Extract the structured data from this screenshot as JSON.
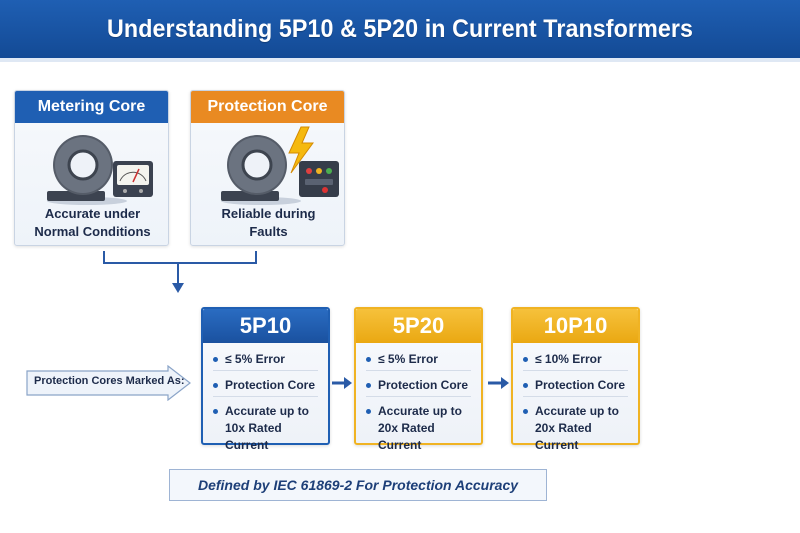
{
  "title": "Understanding 5P10 & 5P20 in Current Transformers",
  "cores": [
    {
      "label": "Metering Core",
      "caption_line1": "Accurate under",
      "caption_line2": "Normal Conditions",
      "color": "#1f5fb3"
    },
    {
      "label": "Protection Core",
      "caption_line1": "Reliable during",
      "caption_line2": "Faults",
      "color": "#e98a22"
    }
  ],
  "marked_label": "Protection Cores Marked As:",
  "classes": [
    {
      "name": "5P10",
      "error": "≤ 5% Error",
      "core": "Protection Core",
      "accuracy_line1": "Accurate up to",
      "accuracy_line2": "10x Rated Current",
      "color": "#1f5fb3",
      "border": "#1f5fb3"
    },
    {
      "name": "5P20",
      "error": "≤ 5% Error",
      "core": "Protection Core",
      "accuracy_line1": "Accurate up to",
      "accuracy_line2": "20x Rated Current",
      "color": "#f0b323",
      "border": "#f0b323"
    },
    {
      "name": "10P10",
      "error": "≤ 10% Error",
      "core": "Protection Core",
      "accuracy_line1": "Accurate up to",
      "accuracy_line2": "20x Rated Current",
      "color": "#f0b323",
      "border": "#f0b323"
    }
  ],
  "footer": "Defined by IEC 61869-2 For Protection Accuracy",
  "colors": {
    "banner": "#1f5fb3",
    "accent_orange": "#e98a22",
    "accent_yellow": "#f0b323",
    "arrow": "#1f5fb3"
  }
}
